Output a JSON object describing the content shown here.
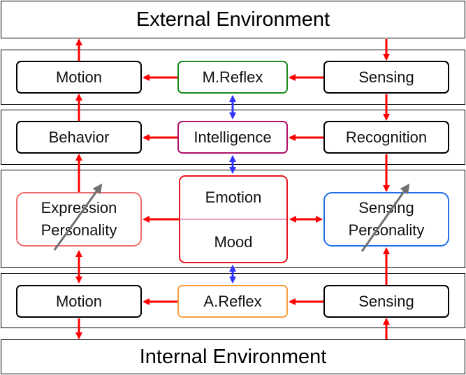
{
  "environments": {
    "external": "External Environment",
    "internal": "Internal Environment"
  },
  "row1": {
    "left": "Motion",
    "center": "M.Reflex",
    "right": "Sensing"
  },
  "row2": {
    "left": "Behavior",
    "center": "Intelligence",
    "right": "Recognition"
  },
  "row3": {
    "left_line1": "Expression",
    "left_line2": "Personality",
    "center_top": "Emotion",
    "center_bottom": "Mood",
    "right_line1": "Sensing",
    "right_line2": "Personality"
  },
  "row4": {
    "left": "Motion",
    "center": "A.Reflex",
    "right": "Sensing"
  },
  "colors": {
    "arrow_red": "#ff0000",
    "arrow_blue": "#3333ff",
    "mreflex_border": "#1a8a1a",
    "intelligence_border": "#b0106a",
    "emotion_border": "#e8141e",
    "expression_border": "#f06a6a",
    "sensing_personality_border": "#1e6ee8",
    "areflex_border": "#f5a040",
    "personality_arrow": "#707070"
  }
}
